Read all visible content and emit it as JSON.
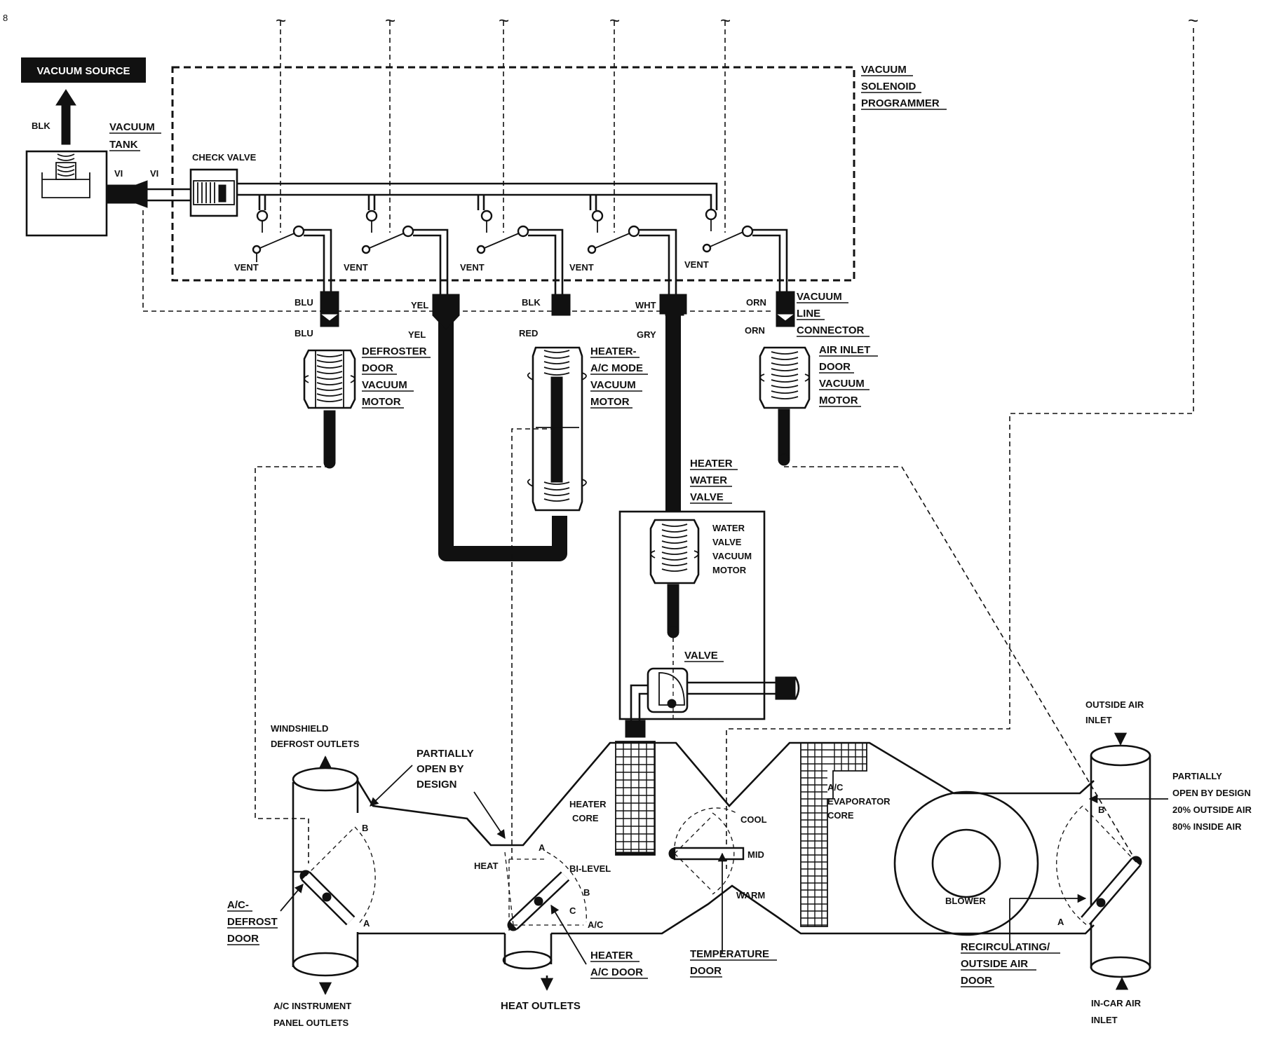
{
  "labels": {
    "vacuum_source": "VACUUM SOURCE",
    "blk_source": "BLK",
    "vacuum_tank": [
      "VACUUM",
      "TANK"
    ],
    "vi_left": "VI",
    "vi_right": "VI",
    "check_valve": "CHECK VALVE",
    "programmer": [
      "VACUUM",
      "SOLENOID",
      "PROGRAMMER"
    ],
    "vent": "VENT",
    "connector": [
      "VACUUM",
      "LINE",
      "CONNECTOR"
    ],
    "hose_top": [
      "BLU",
      "YEL",
      "BLK",
      "WHT",
      "ORN"
    ],
    "hose_bottom": [
      "BLU",
      "YEL",
      "RED",
      "GRY",
      "ORN"
    ],
    "defroster_motor": [
      "DEFROSTER",
      "DOOR",
      "VACUUM",
      "MOTOR"
    ],
    "mode_motor": [
      "HEATER-",
      "A/C MODE",
      "VACUUM",
      "MOTOR"
    ],
    "air_inlet_motor": [
      "AIR INLET",
      "DOOR",
      "VACUUM",
      "MOTOR"
    ],
    "heater_water_valve": [
      "HEATER",
      "WATER",
      "VALVE"
    ],
    "water_valve_motor": [
      "WATER",
      "VALVE",
      "VACUUM",
      "MOTOR"
    ],
    "valve": "VALVE",
    "windshield_outlets": [
      "WINDSHIELD",
      "DEFROST OUTLETS"
    ],
    "partially_open_left": [
      "PARTIALLY",
      "OPEN BY",
      "DESIGN"
    ],
    "heater_core": [
      "HEATER",
      "CORE"
    ],
    "ac_evaporator": [
      "A/C",
      "EVAPORATOR",
      "CORE"
    ],
    "outside_air_inlet": [
      "OUTSIDE AIR",
      "INLET"
    ],
    "partially_open_right": [
      "PARTIALLY",
      "OPEN BY DESIGN",
      "20% OUTSIDE AIR",
      "80% INSIDE AIR"
    ],
    "cool": "COOL",
    "mid": "MID",
    "warm": "WARM",
    "heat": "HEAT",
    "bi_level": "BI-LEVEL",
    "ac": "A/C",
    "pos_a": "A",
    "pos_b": "B",
    "pos_c": "C",
    "blower": "BLOWER",
    "ac_defrost_door": [
      "A/C-",
      "DEFROST",
      "DOOR"
    ],
    "ac_panel_outlets": [
      "A/C INSTRUMENT",
      "PANEL OUTLETS"
    ],
    "heat_outlets": "HEAT OUTLETS",
    "heater_ac_door": [
      "HEATER",
      "A/C DOOR"
    ],
    "temperature_door": [
      "TEMPERATURE",
      "DOOR"
    ],
    "recirc_door": [
      "RECIRCULATING/",
      "OUTSIDE AIR",
      "DOOR"
    ],
    "incar_inlet": [
      "IN-CAR AIR",
      "INLET"
    ],
    "corner_mark": "8"
  }
}
